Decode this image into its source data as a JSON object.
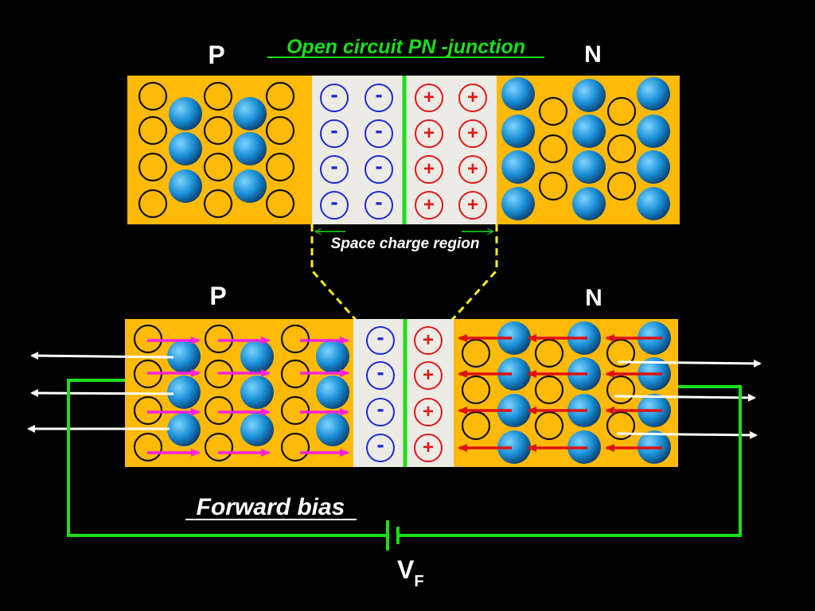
{
  "title": "Open circuit PN -junction",
  "top_labels": {
    "p": "P",
    "n": "N"
  },
  "bottom_labels": {
    "p": "P",
    "n": "N"
  },
  "space_charge_label": "Space charge region",
  "forward_bias_label": "Forward bias",
  "source": {
    "main": "V",
    "sub": "F"
  },
  "glyphs": {
    "minus": "-",
    "plus": "+"
  },
  "colors": {
    "background": "#000000",
    "p_n_material": "#ffba08",
    "depletion": "#ecebe5",
    "junction_line": "#1adf1a",
    "wire": "#1adf1a",
    "electron": "#1a8fd6",
    "hole_outline": "#111111",
    "acceptor_text": "#1a2ad8",
    "donor_text": "#e01818",
    "hole_arrow": "#ff20e0",
    "electron_arrow": "#e01010",
    "current_arrow": "#ffffff",
    "dashed_guide": "#ffee22",
    "title_text": "#1adf1a"
  }
}
